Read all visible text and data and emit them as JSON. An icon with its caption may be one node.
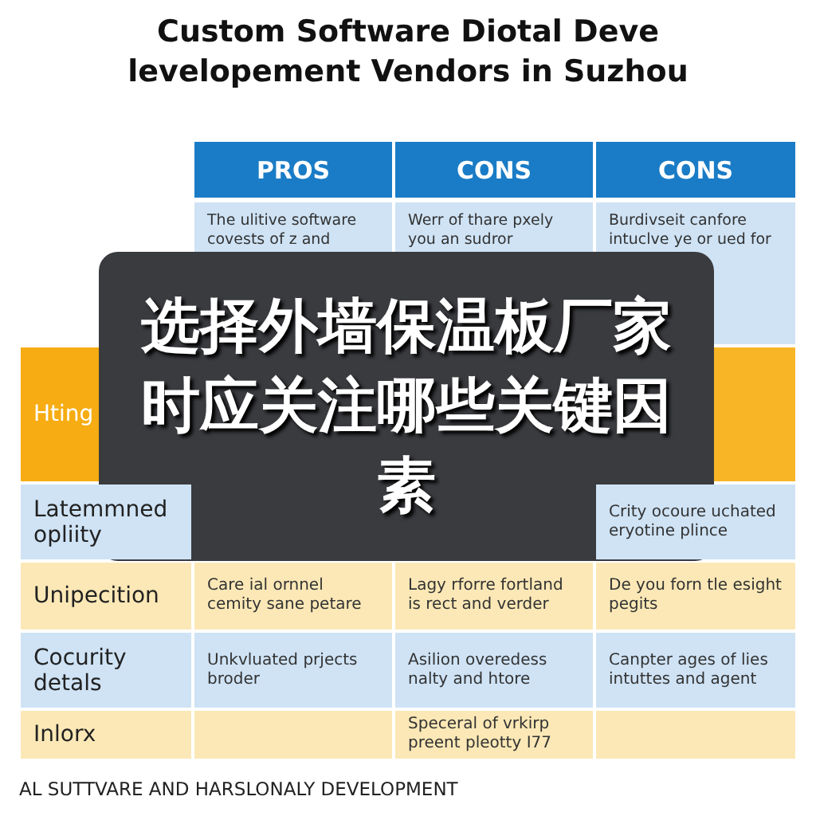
{
  "diagram": {
    "title": "Custom Software Diotal Deve levelopement Vendors in Suzhou",
    "labels": [
      "PROS",
      "CONS",
      "CONS",
      "The ulitive software covests of z and",
      "Werr of thare pxely you an sudror",
      "Burdivseit canfore intuclve ye or ued for",
      "Hting",
      "Latemmned opliity",
      "Crity ocoure uchated eryotine plince",
      "Unipecition",
      "Care ial ornnel cemity sane petare",
      "Lagy rforre fortland is rect and verder",
      "De you forn tle esight pegits",
      "Cocurity detals",
      "Unkvluated prjects broder",
      "Asilion overedess nalty and htore",
      "Canpter ages of lies intuttes and agent",
      "Inlorx",
      "Speceral of vrkirp preent pleotty I77",
      "AL SUTTVARE AND HARSLONALY DEVELOPMENT",
      "选择外墙保温板厂家时应关注哪些关键因素"
    ]
  }
}
